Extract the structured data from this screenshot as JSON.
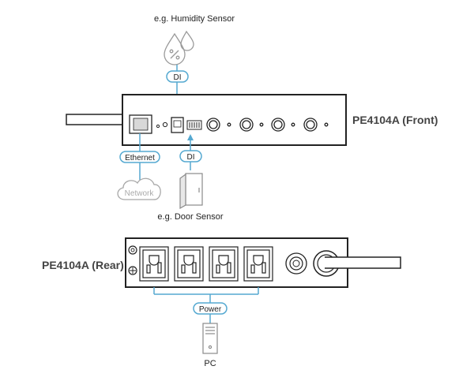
{
  "sensors": {
    "humidity": "e.g. Humidity Sensor",
    "door": "e.g. Door Sensor"
  },
  "tags": {
    "di_top": "DI",
    "di_bottom": "DI",
    "ethernet": "Ethernet",
    "power": "Power"
  },
  "network": "Network",
  "devices": {
    "front": "PE4104A (Front)",
    "rear": "PE4104A (Rear)"
  },
  "pc": "PC",
  "colors": {
    "connector": "#55a9d1",
    "outline": "#222222",
    "grey": "#9a9a9a"
  },
  "icons": [
    "humidity-sensor-icon",
    "cloud-icon",
    "door-sensor-icon",
    "pc-tower-icon",
    "outlet-icon"
  ]
}
